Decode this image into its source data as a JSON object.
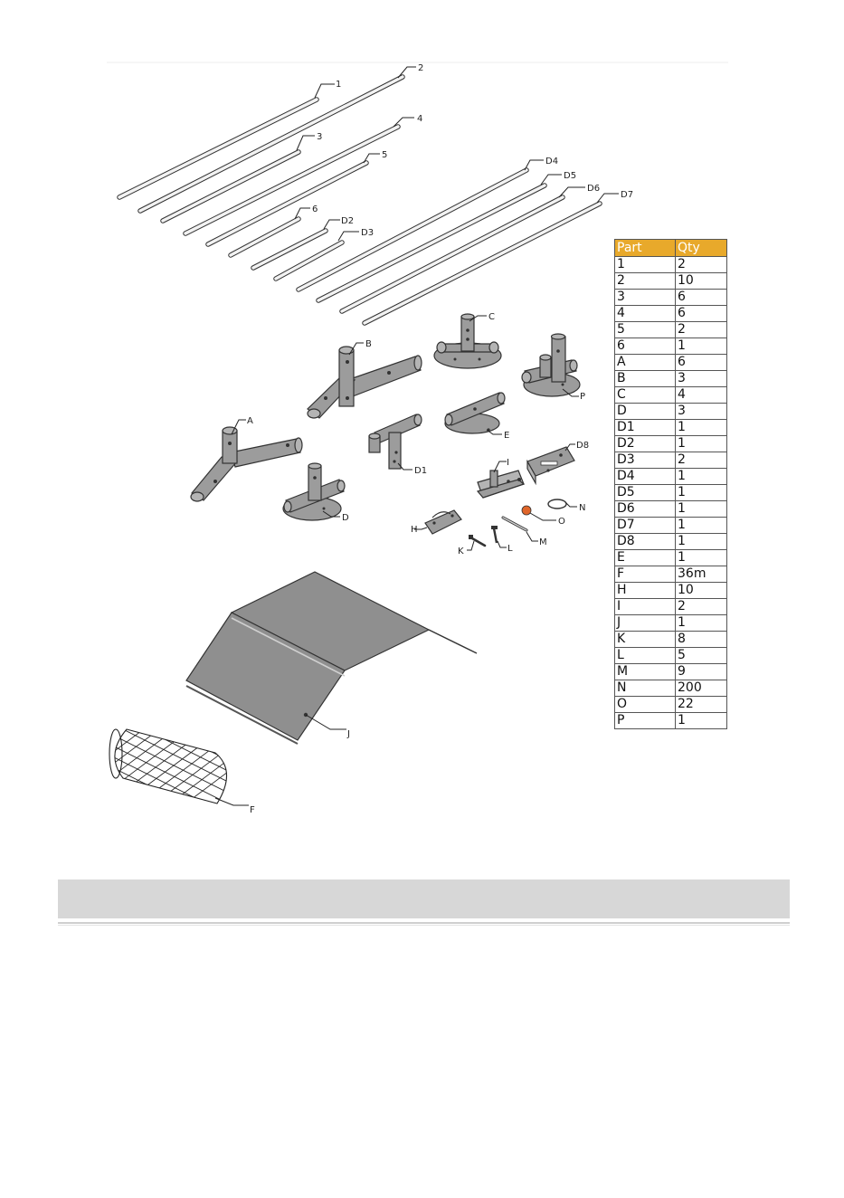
{
  "labels": {
    "rod_1": "1",
    "rod_2": "2",
    "rod_3": "3",
    "rod_4": "4",
    "rod_5": "5",
    "rod_6": "6",
    "rod_d2": "D2",
    "rod_d3": "D3",
    "rod_d4": "D4",
    "rod_d5": "D5",
    "rod_d6": "D6",
    "rod_d7": "D7",
    "part_a": "A",
    "part_b": "B",
    "part_c": "C",
    "part_d": "D",
    "part_d1": "D1",
    "part_d8": "D8",
    "part_e": "E",
    "part_p": "P",
    "part_i": "I",
    "part_h": "H",
    "part_k": "K",
    "part_l": "L",
    "part_m": "M",
    "part_n": "N",
    "part_o": "O",
    "part_j": "J",
    "part_f": "F"
  },
  "table": {
    "headers": [
      "Part",
      "Qty"
    ],
    "rows": [
      [
        "1",
        "2"
      ],
      [
        "2",
        "10"
      ],
      [
        "3",
        "6"
      ],
      [
        "4",
        "6"
      ],
      [
        "5",
        "2"
      ],
      [
        "6",
        "1"
      ],
      [
        "A",
        "6"
      ],
      [
        "B",
        "3"
      ],
      [
        "C",
        "4"
      ],
      [
        "D",
        "3"
      ],
      [
        "D1",
        "1"
      ],
      [
        "D2",
        "1"
      ],
      [
        "D3",
        "2"
      ],
      [
        "D4",
        "1"
      ],
      [
        "D5",
        "1"
      ],
      [
        "D6",
        "1"
      ],
      [
        "D7",
        "1"
      ],
      [
        "D8",
        "1"
      ],
      [
        "E",
        "1"
      ],
      [
        "F",
        "36m"
      ],
      [
        "H",
        "10"
      ],
      [
        "I",
        "2"
      ],
      [
        "J",
        "1"
      ],
      [
        "K",
        "8"
      ],
      [
        "L",
        "5"
      ],
      [
        "M",
        "9"
      ],
      [
        "N",
        "200"
      ],
      [
        "O",
        "22"
      ],
      [
        "P",
        "1"
      ]
    ]
  },
  "colors": {
    "header_bg": "#e8a92b",
    "bar_bg": "#d7d7d7",
    "nut": "#e0662a"
  }
}
